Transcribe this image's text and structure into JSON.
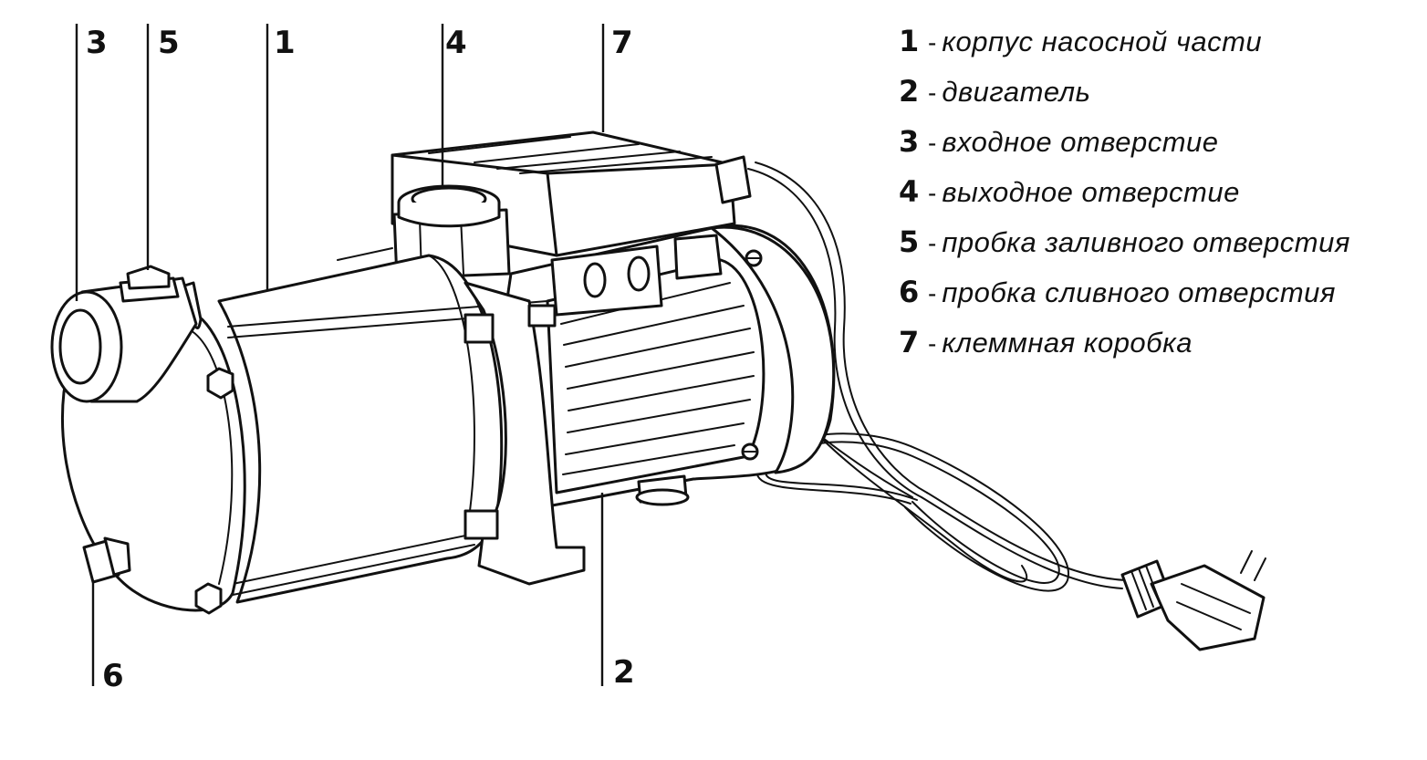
{
  "callouts": [
    {
      "num": "3"
    },
    {
      "num": "5"
    },
    {
      "num": "1"
    },
    {
      "num": "4"
    },
    {
      "num": "7"
    },
    {
      "num": "6"
    },
    {
      "num": "2"
    }
  ],
  "legend": {
    "separator": "-",
    "items": [
      {
        "num": "1",
        "text": "корпус насосной части"
      },
      {
        "num": "2",
        "text": "двигатель"
      },
      {
        "num": "3",
        "text": "входное отверстие"
      },
      {
        "num": "4",
        "text": "выходное отверстие"
      },
      {
        "num": "5",
        "text": "пробка заливного отверстия"
      },
      {
        "num": "6",
        "text": "пробка сливного отверстия"
      },
      {
        "num": "7",
        "text": "клеммная коробка"
      }
    ]
  }
}
